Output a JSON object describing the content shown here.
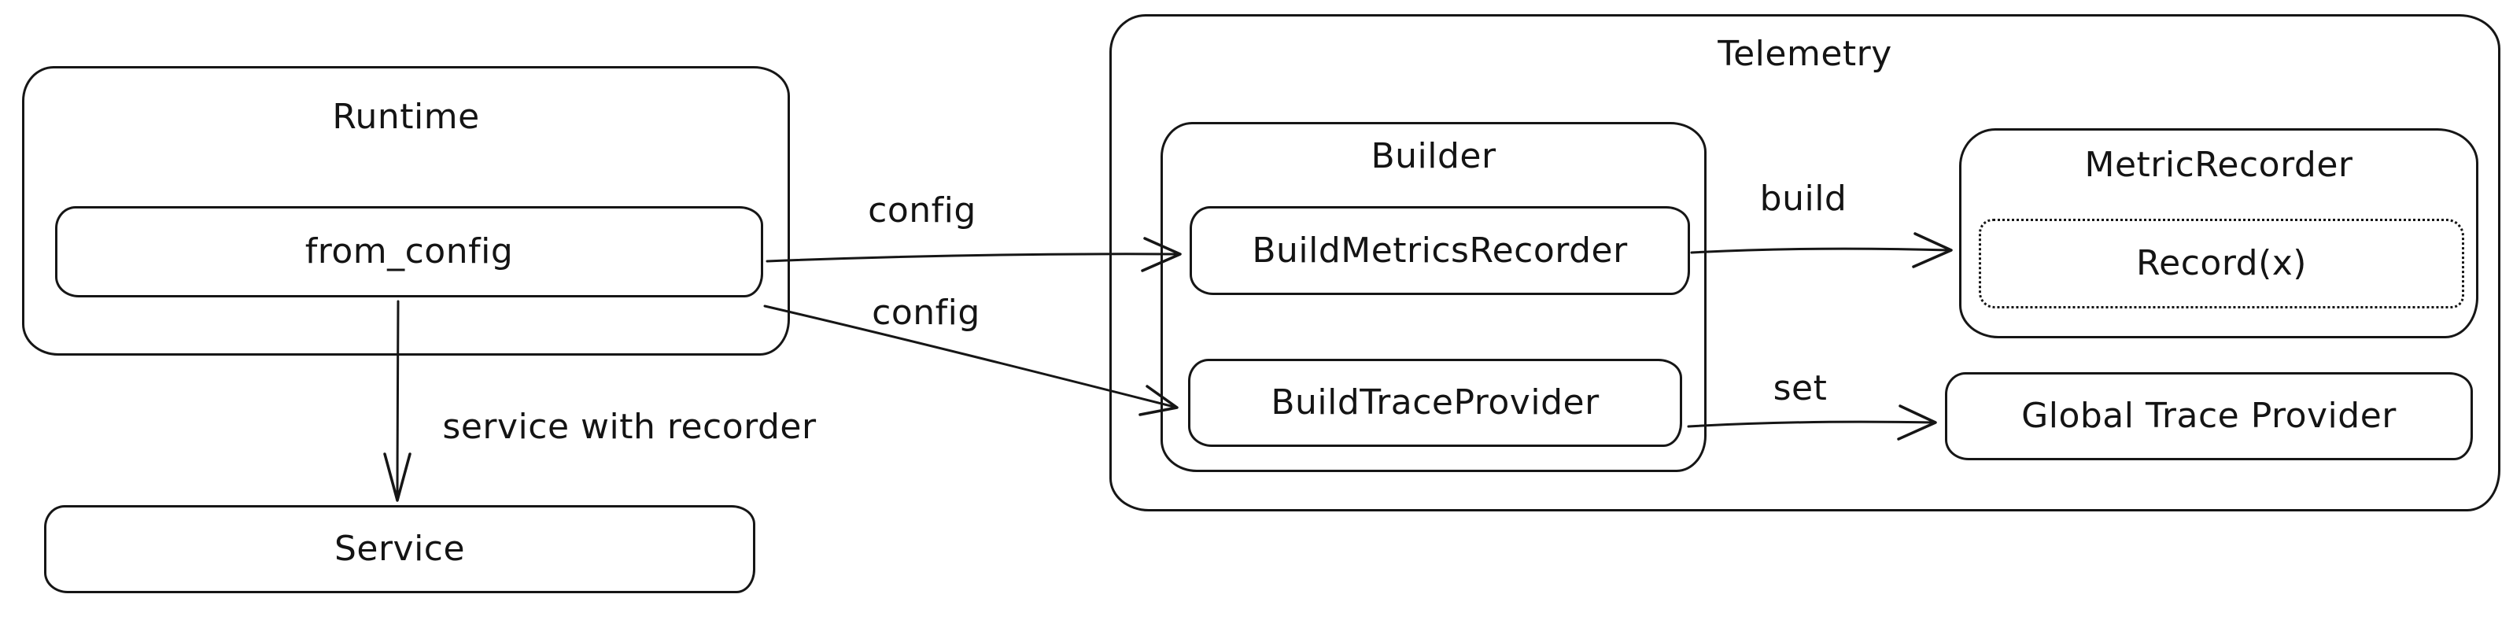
{
  "colors": {
    "background": "#ffffff",
    "stroke": "#161616",
    "text": "#141414"
  },
  "nodes": {
    "runtime": {
      "label": "Runtime"
    },
    "from_config": {
      "label": "from_config"
    },
    "service": {
      "label": "Service"
    },
    "telemetry": {
      "label": "Telemetry"
    },
    "builder": {
      "label": "Builder"
    },
    "build_metrics_recorder": {
      "label": "BuildMetricsRecorder"
    },
    "build_trace_provider": {
      "label": "BuildTraceProvider"
    },
    "metric_recorder": {
      "label": "MetricRecorder"
    },
    "record_x": {
      "label": "Record(x)"
    },
    "global_trace_provider": {
      "label": "Global Trace Provider"
    }
  },
  "edges": {
    "config_to_metrics": {
      "label": "config",
      "from": "from_config",
      "to": "build_metrics_recorder"
    },
    "config_to_trace": {
      "label": "config",
      "from": "from_config",
      "to": "build_trace_provider"
    },
    "build": {
      "label": "build",
      "from": "build_metrics_recorder",
      "to": "metric_recorder"
    },
    "set": {
      "label": "set",
      "from": "build_trace_provider",
      "to": "global_trace_provider"
    },
    "service_with_recorder": {
      "label": "service with recorder",
      "from": "from_config",
      "to": "service"
    }
  }
}
